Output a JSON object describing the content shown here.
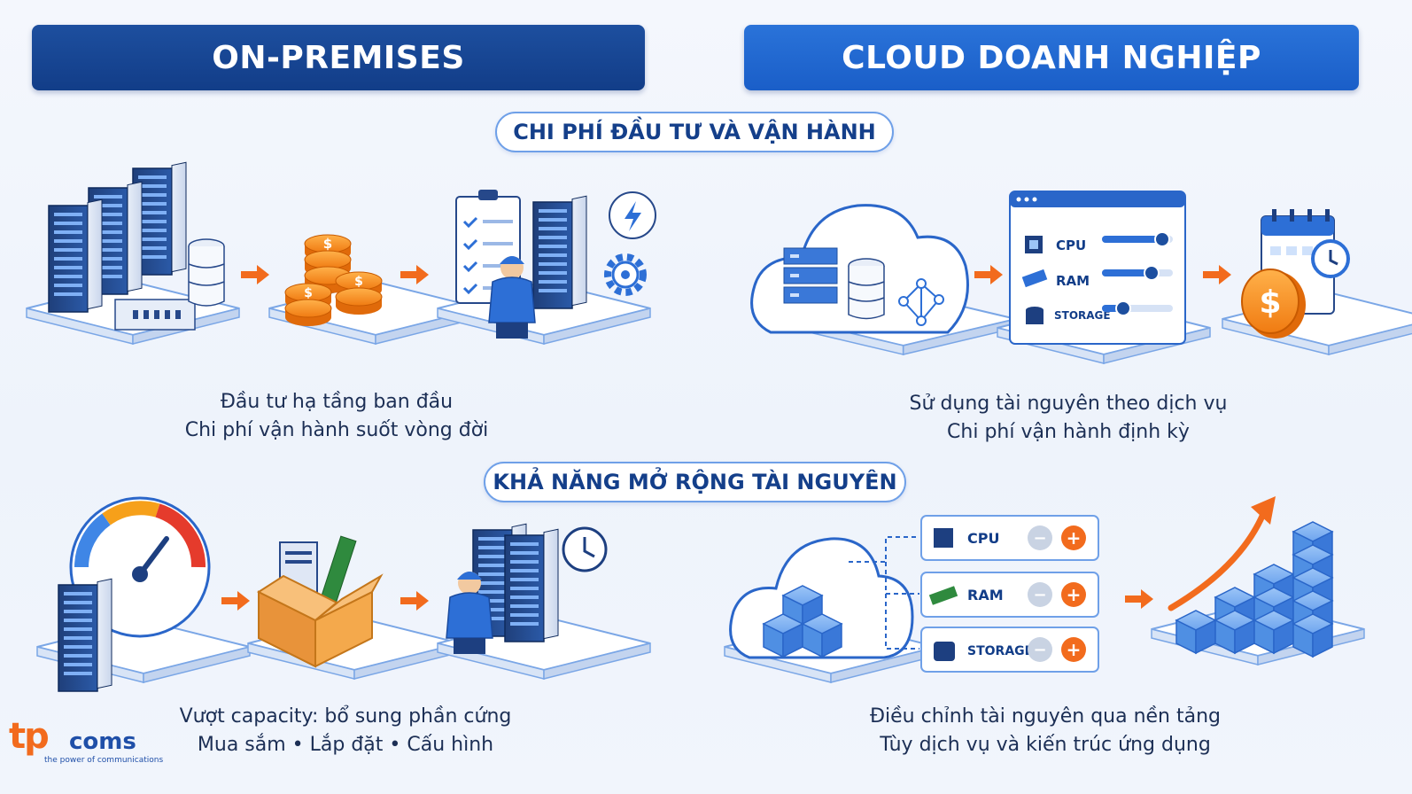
{
  "headers": {
    "left": "ON-PREMISES",
    "right": "CLOUD DOANH NGHIỆP"
  },
  "sections": {
    "cost": {
      "title": "CHI PHÍ ĐẦU TƯ VÀ VẬN HÀNH"
    },
    "scale": {
      "title": "KHẢ NĂNG MỞ RỘNG TÀI NGUYÊN"
    }
  },
  "captions": {
    "onprem_cost": [
      "Đầu tư hạ tầng ban đầu",
      "Chi phí vận hành suốt vòng đời"
    ],
    "cloud_cost": [
      "Sử dụng tài nguyên theo dịch vụ",
      "Chi phí vận hành định kỳ"
    ],
    "onprem_scale": [
      "Vượt capacity: bổ sung phần cứng",
      "Mua sắm • Lắp đặt • Cấu hình"
    ],
    "cloud_scale": [
      "Điều chỉnh tài nguyên qua nền tảng",
      "Tùy dịch vụ và kiến trúc ứng dụng"
    ]
  },
  "cloud_panel": {
    "resources": [
      "CPU",
      "RAM",
      "STORAGE"
    ],
    "slider_levels": [
      0.85,
      0.7,
      0.3
    ]
  },
  "scale_controls": {
    "resources": [
      "CPU",
      "RAM",
      "STORAGE"
    ],
    "minus_symbol": "−",
    "plus_symbol": "+"
  },
  "icons": {
    "arrow": "orange-arrow-icon",
    "coin": "dollar-coin-icon",
    "gauge": "speedometer-icon",
    "clock": "clock-icon",
    "calendar": "calendar-icon",
    "lightning": "lightning-icon",
    "gear": "gear-icon"
  },
  "colors": {
    "navy": "#123d88",
    "blue": "#1a5ec8",
    "accent_orange": "#f26b1d",
    "text_dark": "#1c2f55"
  },
  "logo": {
    "brand": "tp",
    "suffix": "coms",
    "tagline": "the power of communications"
  }
}
